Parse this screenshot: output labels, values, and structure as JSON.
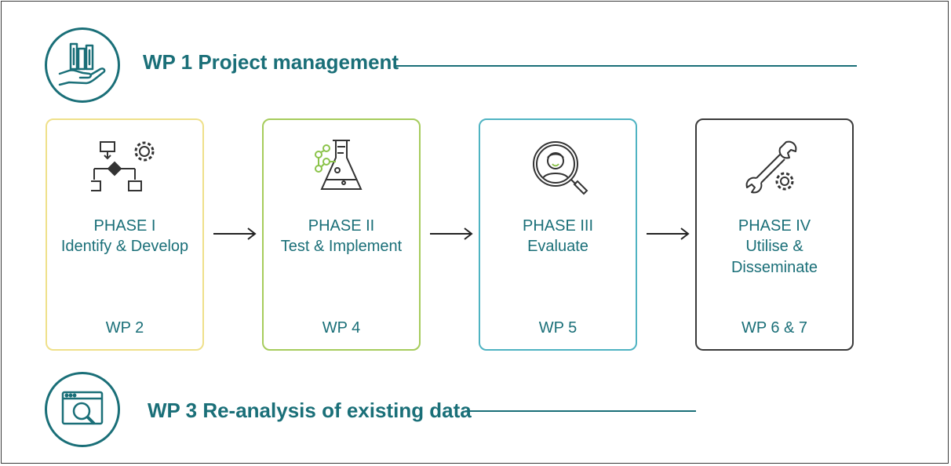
{
  "header": {
    "title": "WP 1 Project management",
    "icon": "hand-holding-books-icon"
  },
  "footer": {
    "title": "WP 3 Re-analysis of existing data",
    "icon": "browser-magnifier-icon"
  },
  "phases": [
    {
      "title": "PHASE I",
      "subtitle": "Identify & Develop",
      "wp": "WP 2",
      "icon": "flowchart-gear-icon",
      "color": "#efe08a"
    },
    {
      "title": "PHASE II",
      "subtitle": "Test & Implement",
      "wp": "WP 4",
      "icon": "flask-molecule-icon",
      "color": "#a6cc5c"
    },
    {
      "title": "PHASE III",
      "subtitle": "Evaluate",
      "wp": "WP 5",
      "icon": "person-magnifier-icon",
      "color": "#4fb3c2"
    },
    {
      "title": "PHASE IV",
      "subtitle": "Utilise & Disseminate",
      "wp": "WP 6 & 7",
      "icon": "wrench-gear-icon",
      "color": "#3a3a3a"
    }
  ],
  "colors": {
    "accent": "#1a6f78",
    "icon_dark": "#333333",
    "icon_green": "#8bc34a"
  }
}
